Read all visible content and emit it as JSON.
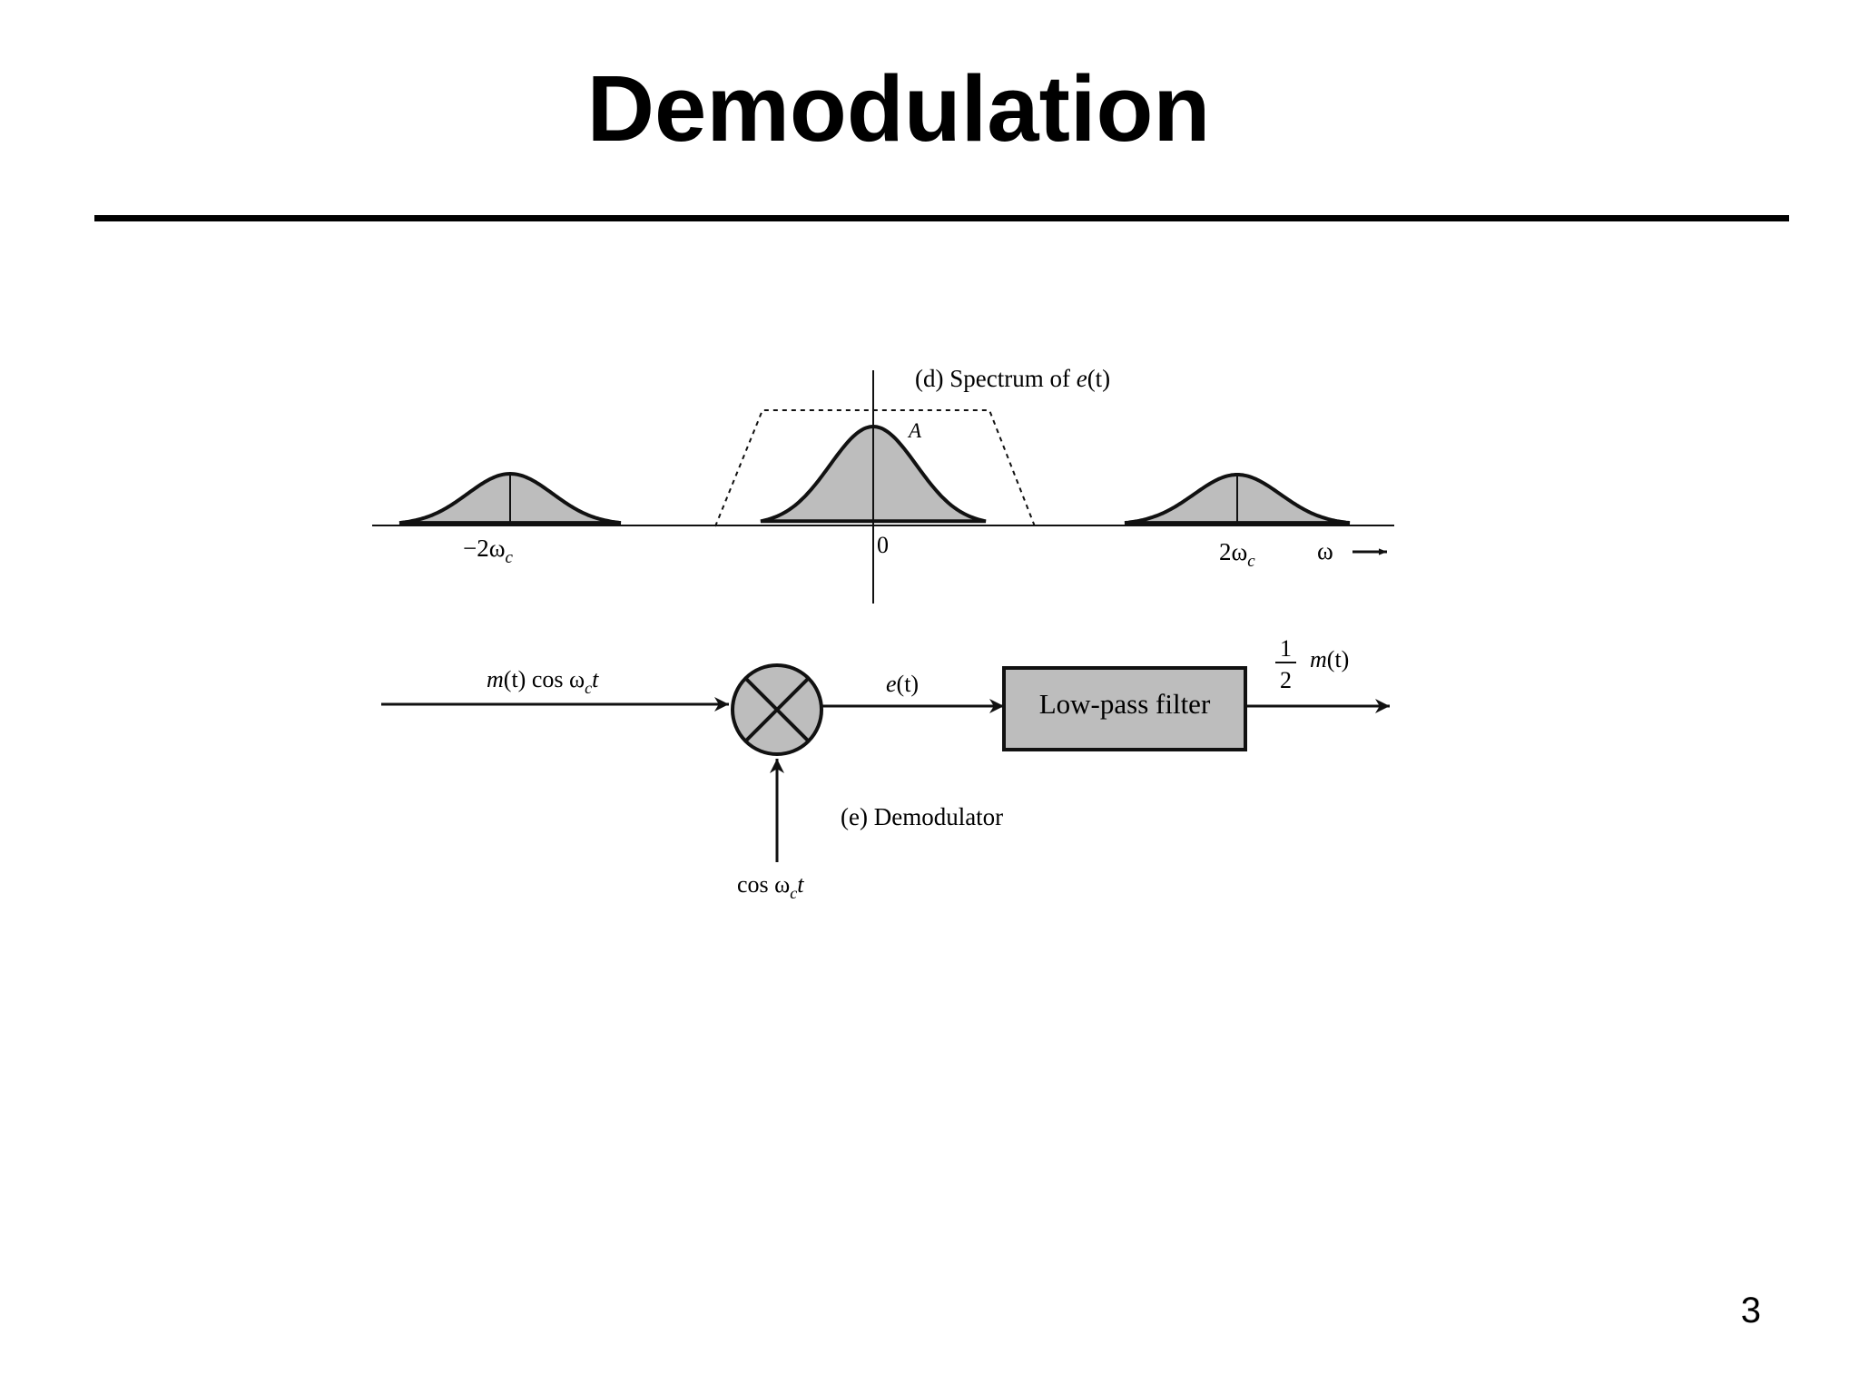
{
  "slide": {
    "title": "Demodulation",
    "page_number": "3"
  },
  "spectrum": {
    "caption_prefix": "(d) Spectrum of ",
    "caption_signal": "e",
    "caption_arg": "(t)",
    "peak_label": "A",
    "tick_neg_coef": "−2ω",
    "tick_neg_sub": "c",
    "tick_zero": "0",
    "tick_pos_coef": "2ω",
    "tick_pos_sub": "c",
    "axis_label": "ω"
  },
  "demodulator": {
    "input_m": "m",
    "input_t": "(t)",
    "input_cos": " cos ω",
    "input_sub": "c",
    "input_tvar": "t",
    "mixer_output_e": "e",
    "mixer_output_t": "(t)",
    "filter_label": "Low-pass filter",
    "output_num": "1",
    "output_den": "2",
    "output_m": "m",
    "output_t": "(t)",
    "caption": "(e) Demodulator",
    "carrier_cos": "cos ω",
    "carrier_sub": "c",
    "carrier_tvar": "t"
  },
  "colors": {
    "fill_gray": "#bdbdbd",
    "line": "#111111"
  }
}
